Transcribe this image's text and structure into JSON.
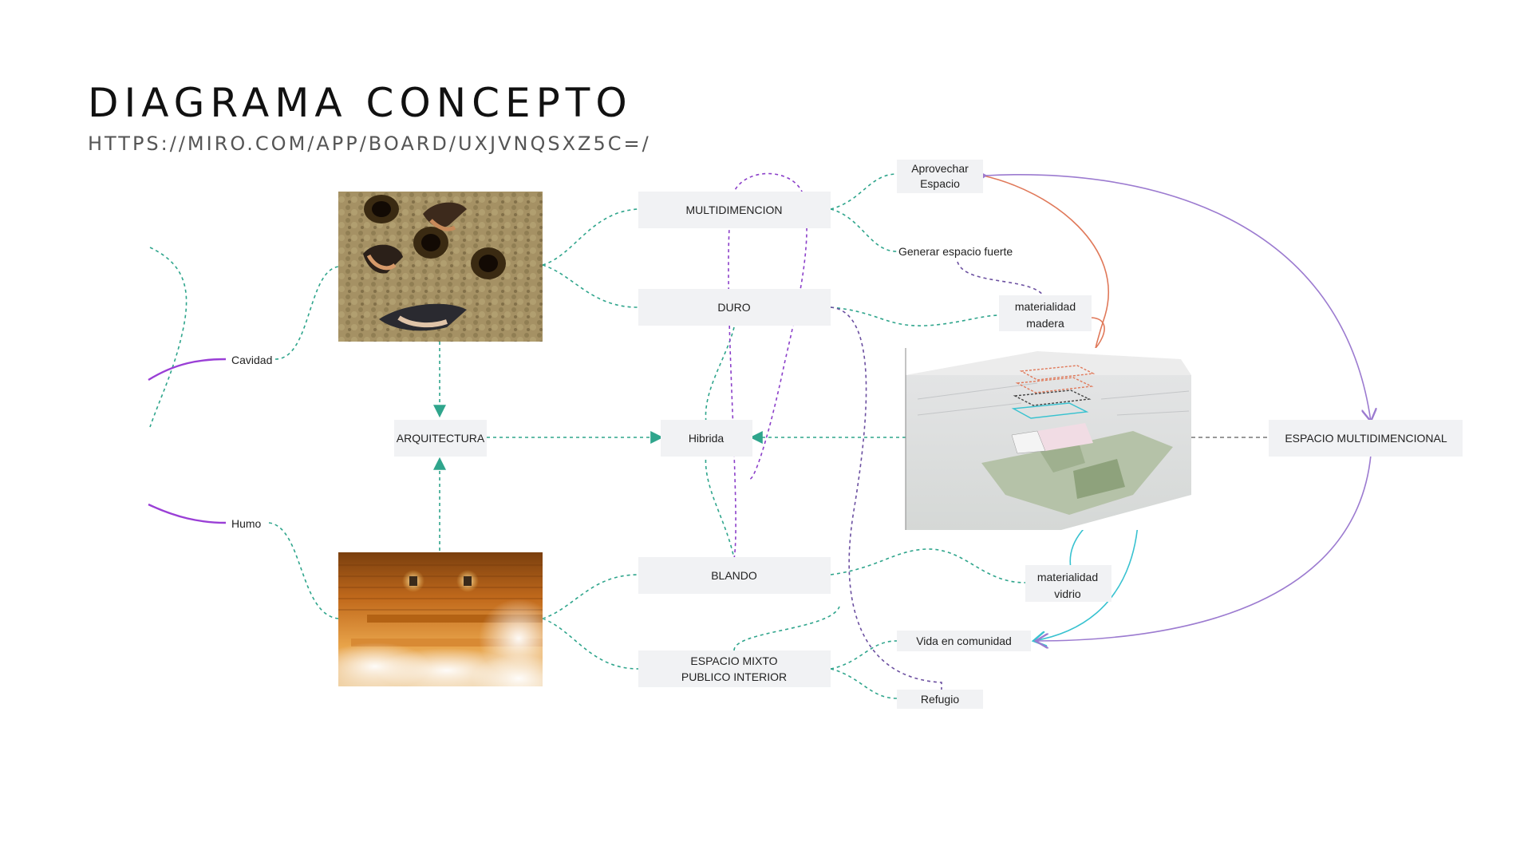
{
  "header": {
    "title": "DIAGRAMA CONCEPTO",
    "subtitle": "HTTPS://MIRO.COM/APP/BOARD/UXJVNQSXZ5C=/"
  },
  "nodes": {
    "aprovechar_l1": "Aprovechar",
    "aprovechar_l2": "Espacio",
    "multidimencion": "MULTIDIMENCION",
    "generar": "Generar espacio fuerte",
    "duro": "DURO",
    "mat_madera_l1": "materialidad",
    "mat_madera_l2": "madera",
    "cavidad": "Cavidad",
    "arquitectura": "ARQUITECTURA",
    "hibrida": "Hibrida",
    "espacio_multidimensional": "ESPACIO MULTIDIMENCIONAL",
    "humo": "Humo",
    "blando": "BLANDO",
    "mat_vidrio_l1": "materialidad",
    "mat_vidrio_l2": "vidrio",
    "vida": "Vida en comunidad",
    "espacio_mixto_l1": "ESPACIO MIXTO",
    "espacio_mixto_l2": "PUBLICO INTERIOR",
    "refugio": "Refugio"
  },
  "colors": {
    "teal_connector": "#2fa58c",
    "purple_connector": "#8b3fc9",
    "orange_connector": "#e0795a",
    "cyan_connector": "#38c2d0",
    "node_fill": "#f1f2f4"
  }
}
